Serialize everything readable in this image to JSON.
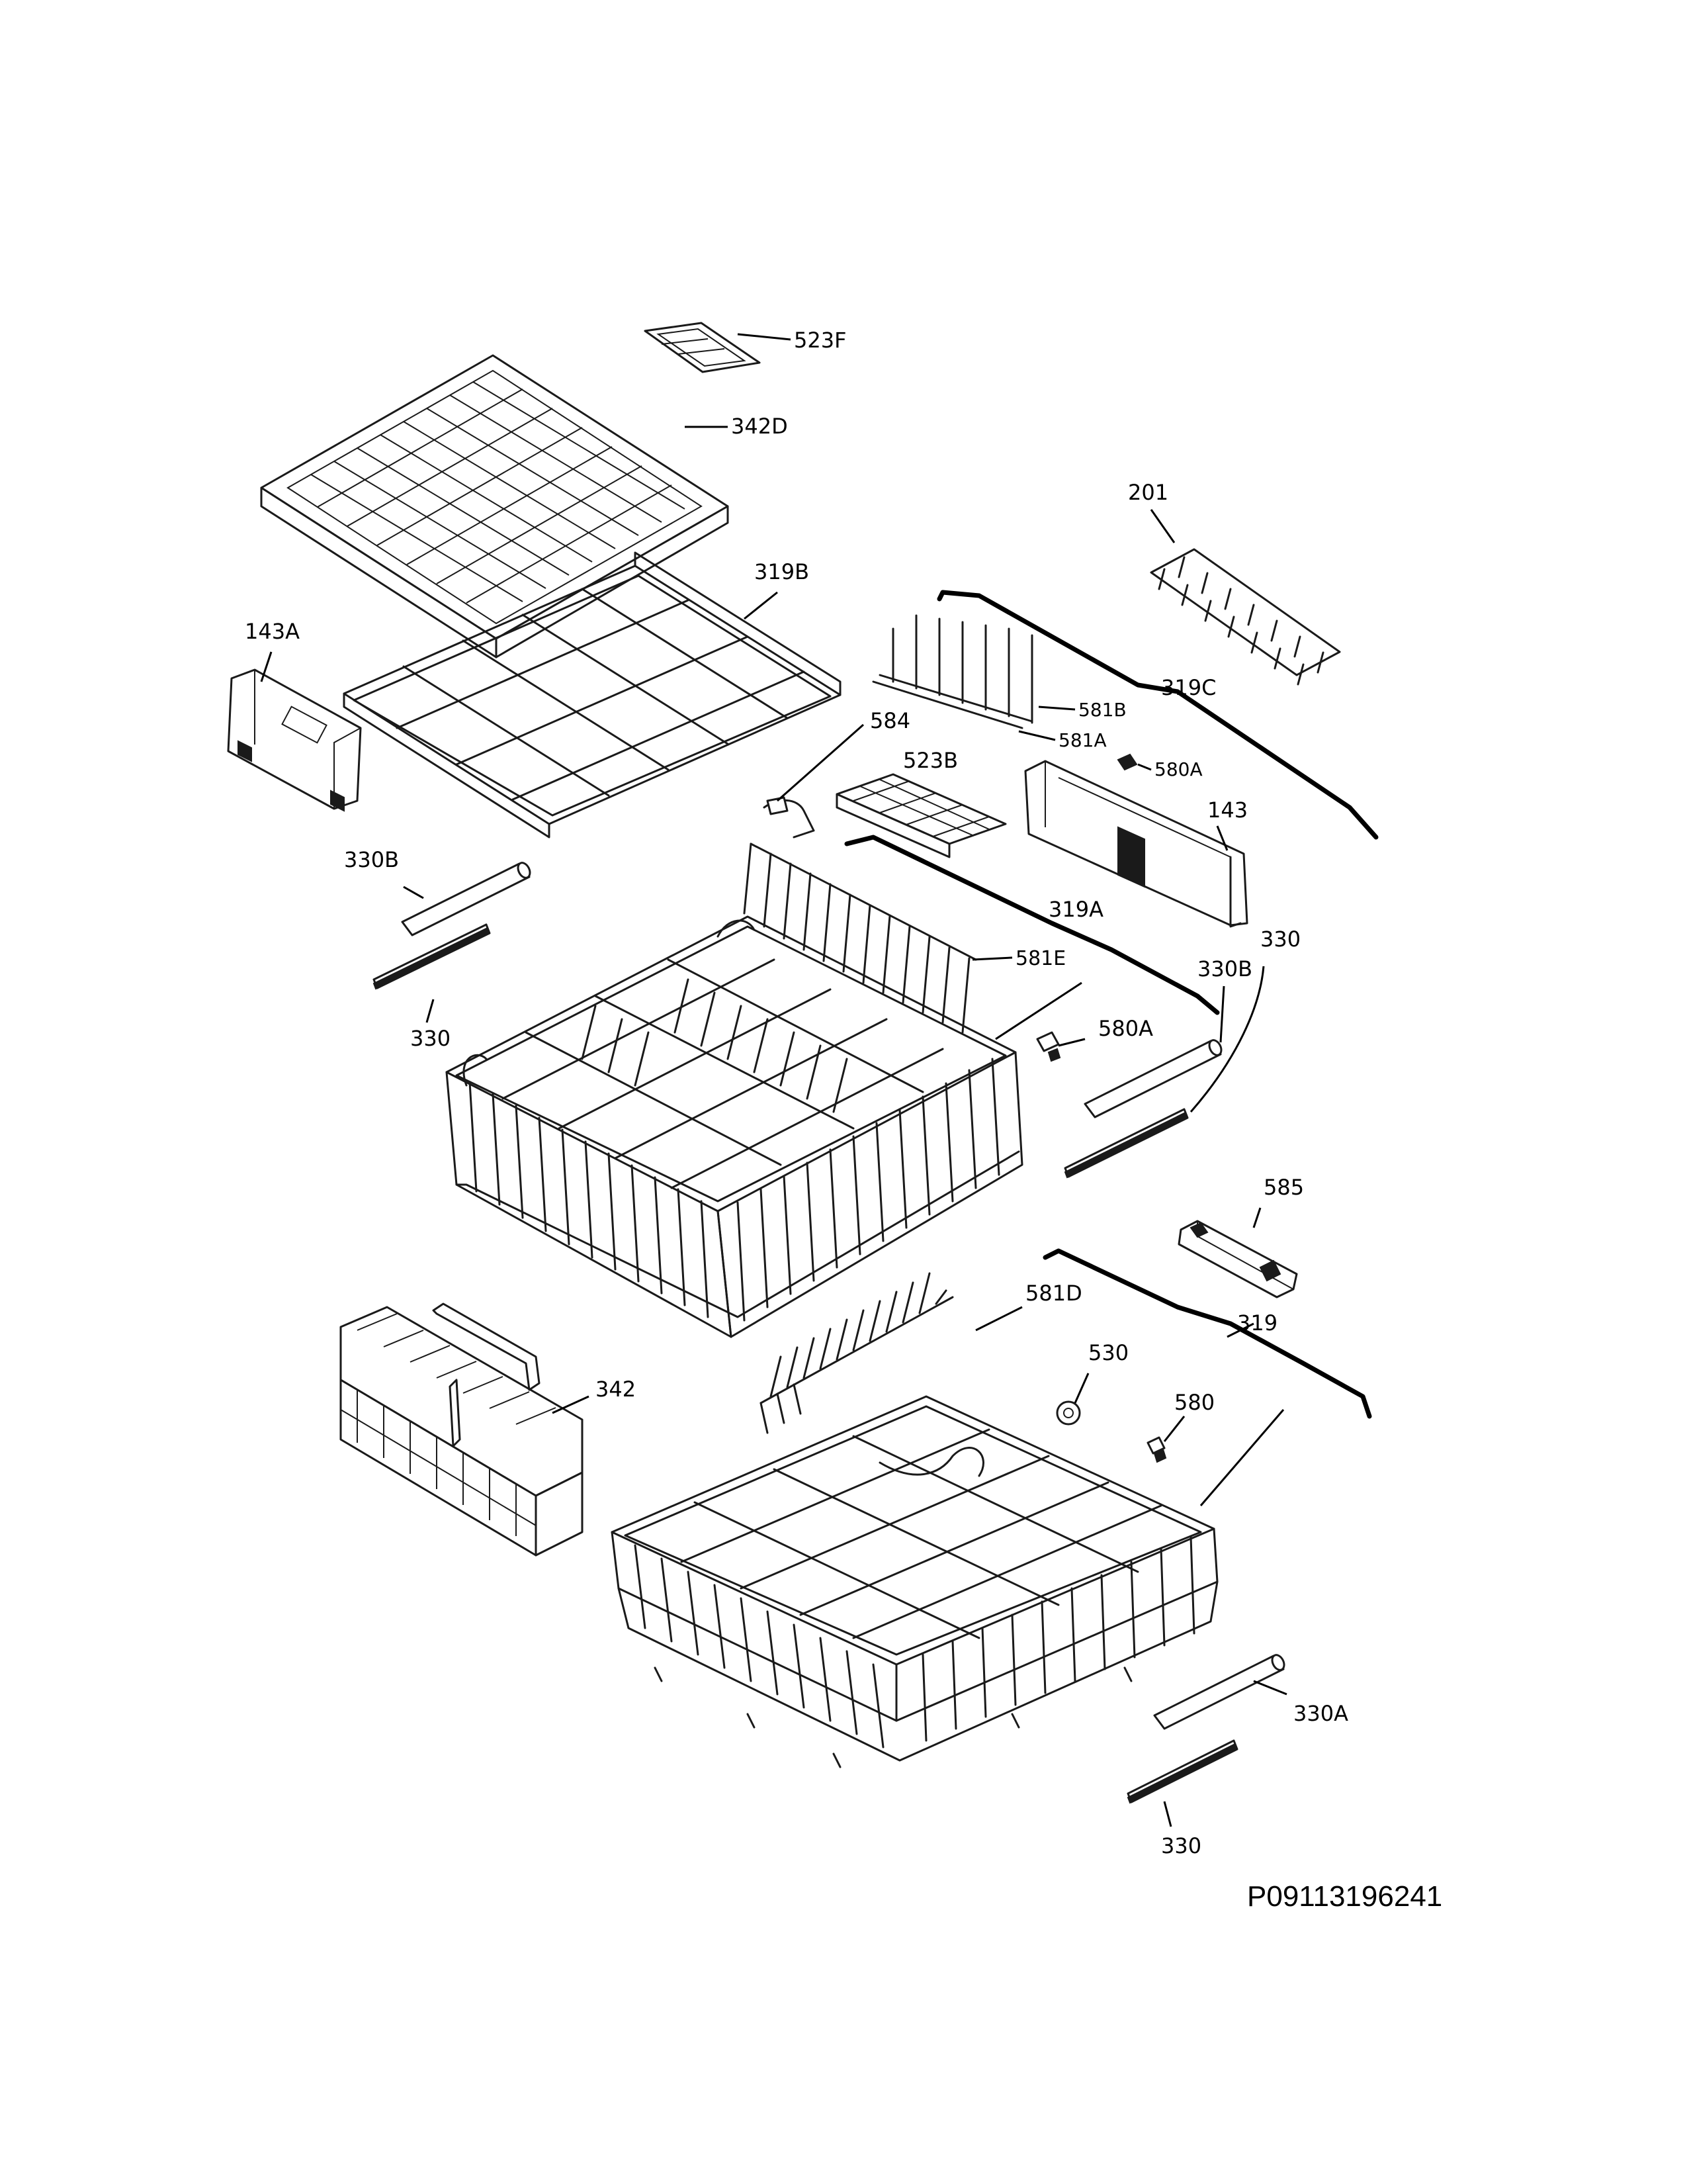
{
  "diagram": {
    "drawing_number": "P09113196241",
    "callouts": [
      {
        "id": "523F",
        "text": "523F"
      },
      {
        "id": "342D",
        "text": "342D"
      },
      {
        "id": "201",
        "text": "201"
      },
      {
        "id": "319B",
        "text": "319B"
      },
      {
        "id": "143A",
        "text": "143A"
      },
      {
        "id": "319C",
        "text": "319C"
      },
      {
        "id": "581B",
        "text": "581B"
      },
      {
        "id": "584",
        "text": "584"
      },
      {
        "id": "581A",
        "text": "581A"
      },
      {
        "id": "523B",
        "text": "523B"
      },
      {
        "id": "580A_top",
        "text": "580A"
      },
      {
        "id": "143",
        "text": "143"
      },
      {
        "id": "330B_left",
        "text": "330B"
      },
      {
        "id": "319A",
        "text": "319A"
      },
      {
        "id": "330_top_right",
        "text": "330"
      },
      {
        "id": "330B_right",
        "text": "330B"
      },
      {
        "id": "581E",
        "text": "581E"
      },
      {
        "id": "330_left",
        "text": "330"
      },
      {
        "id": "580A_mid",
        "text": "580A"
      },
      {
        "id": "585",
        "text": "585"
      },
      {
        "id": "581D",
        "text": "581D"
      },
      {
        "id": "319",
        "text": "319"
      },
      {
        "id": "530",
        "text": "530"
      },
      {
        "id": "342",
        "text": "342"
      },
      {
        "id": "580",
        "text": "580"
      },
      {
        "id": "330A",
        "text": "330A"
      },
      {
        "id": "330_bottom",
        "text": "330"
      }
    ]
  }
}
